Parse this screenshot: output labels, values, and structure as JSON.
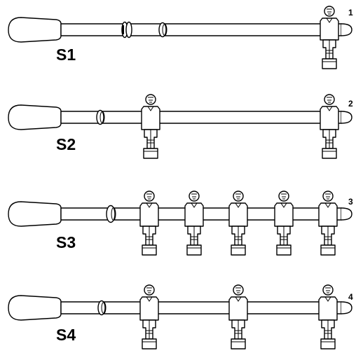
{
  "rods": [
    {
      "label": "S1",
      "number": "1",
      "players": 1
    },
    {
      "label": "S2",
      "number": "2",
      "players": 2
    },
    {
      "label": "S3",
      "number": "3",
      "players": 5
    },
    {
      "label": "S4",
      "number": "4",
      "players": 3
    }
  ],
  "colors": {
    "ink": "#000000",
    "background": "#ffffff"
  }
}
